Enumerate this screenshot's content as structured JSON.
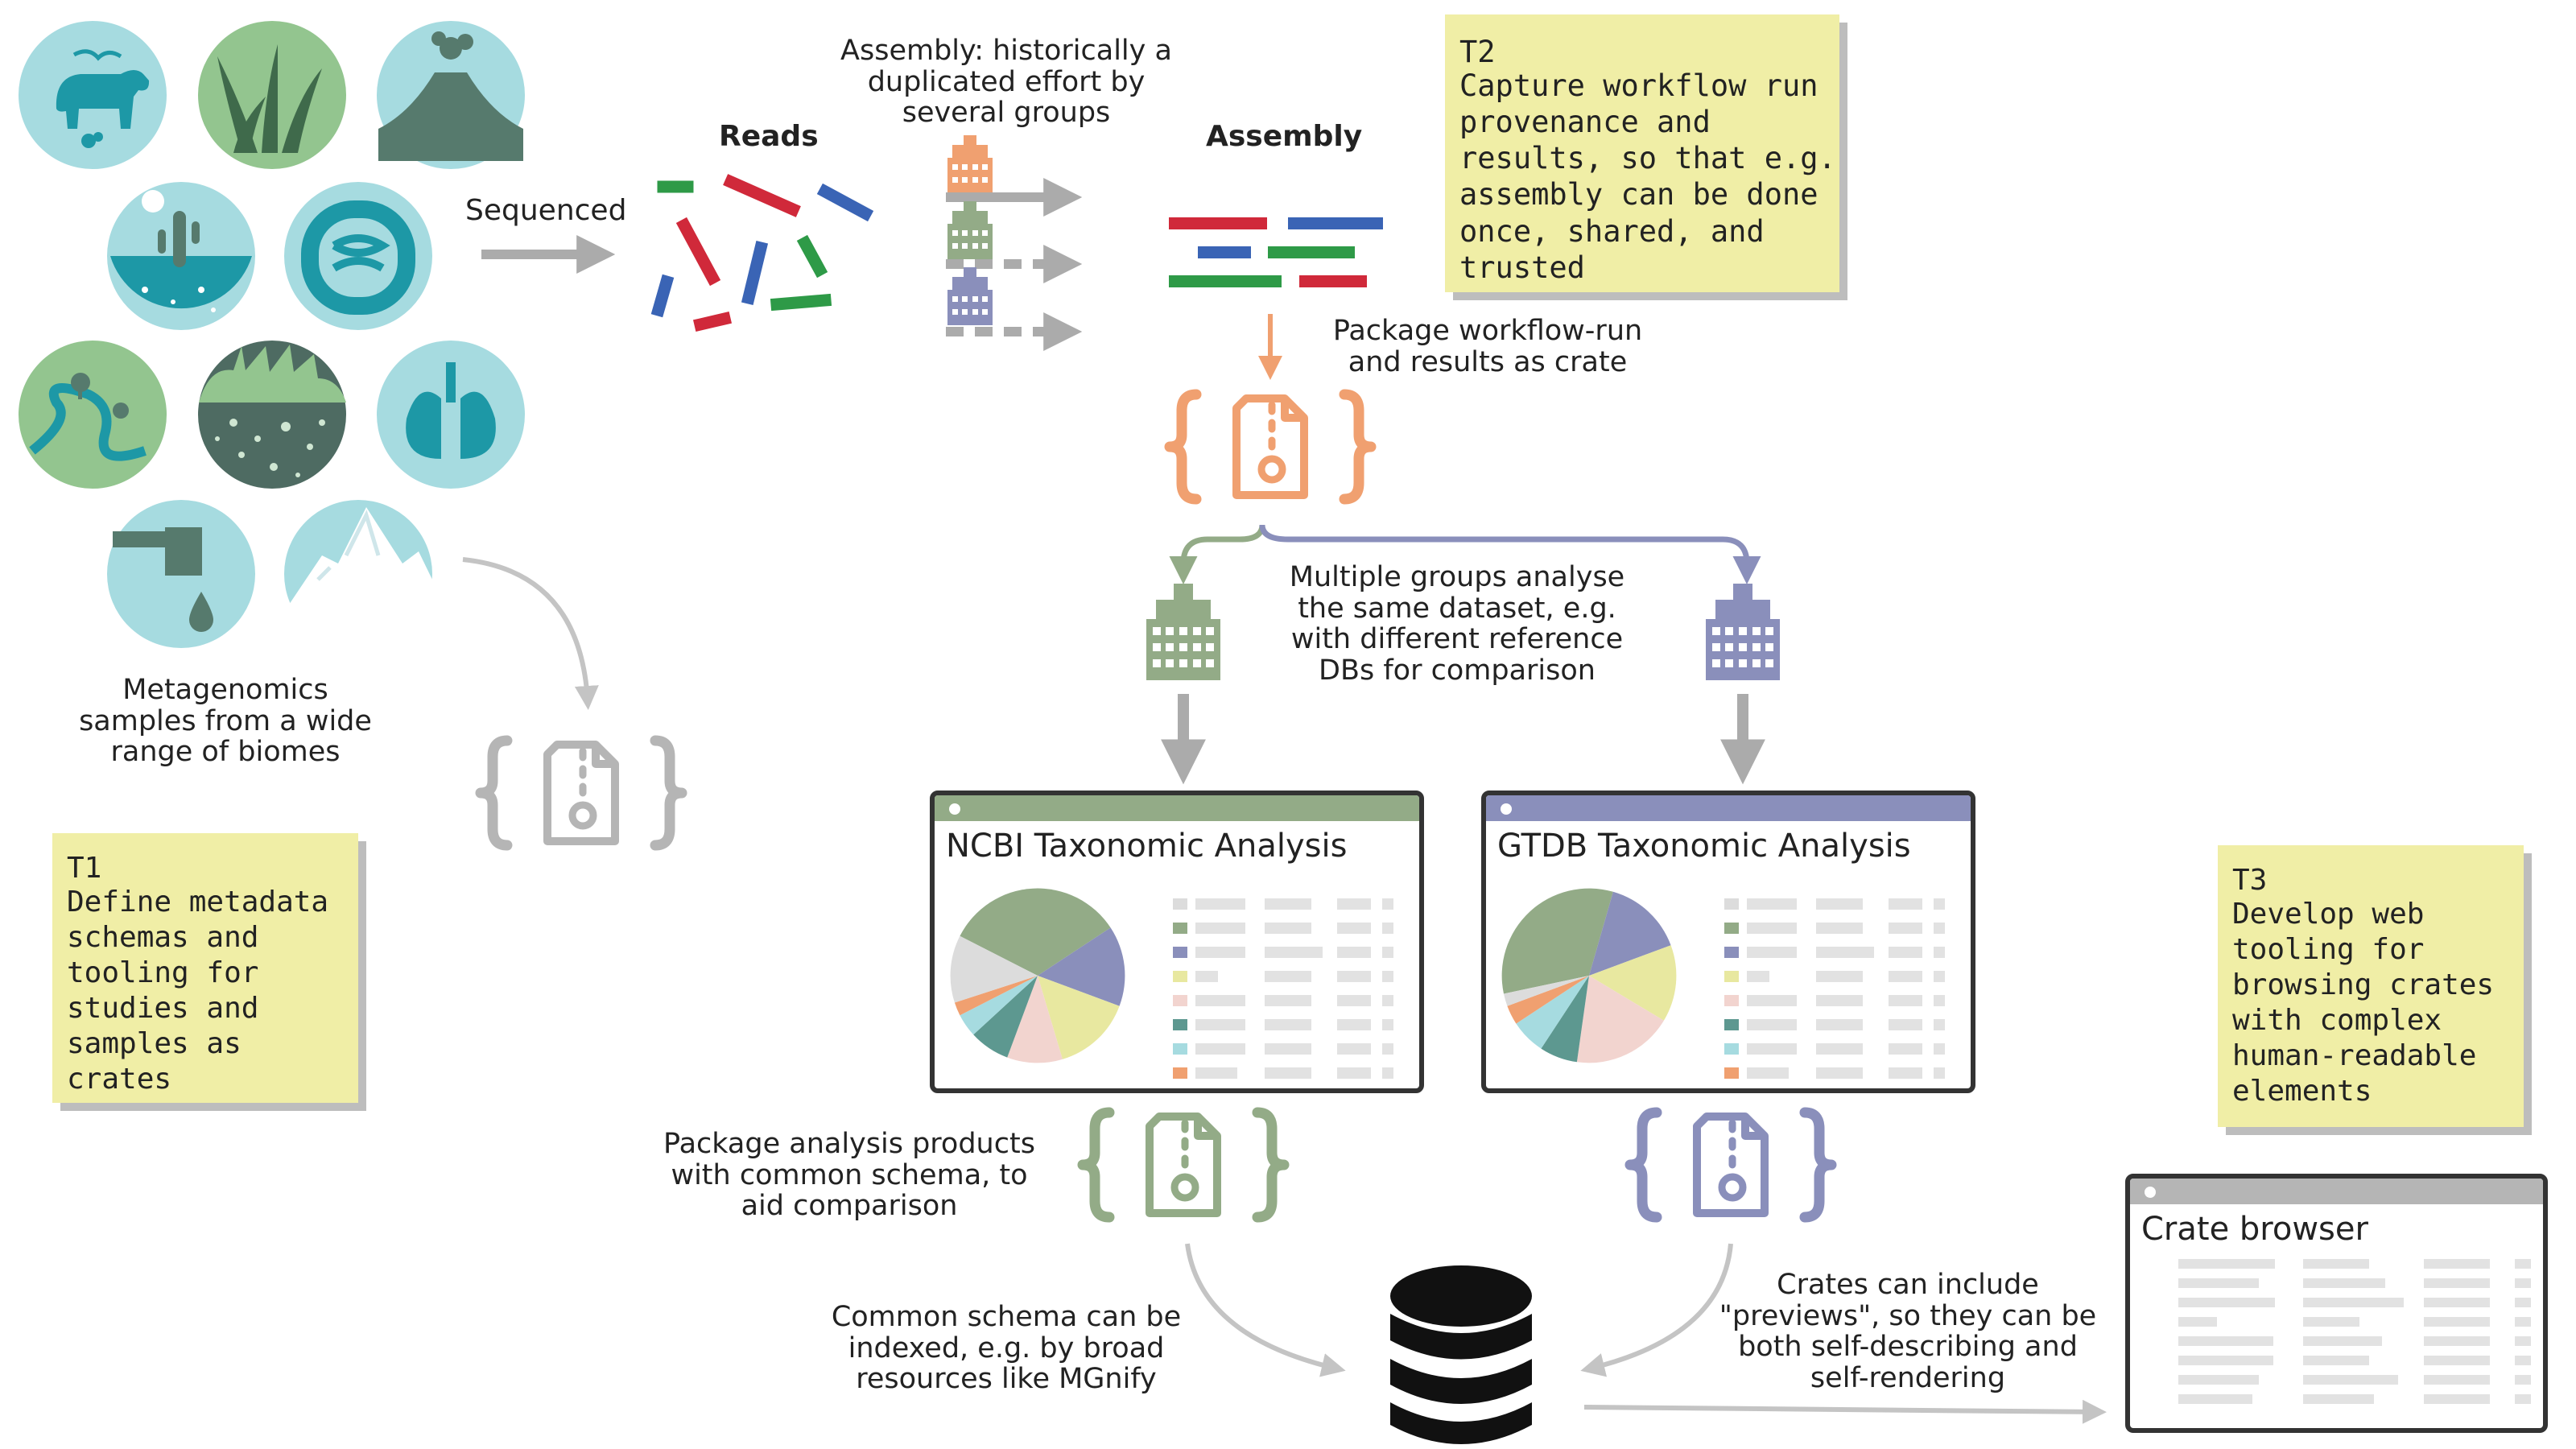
{
  "labels": {
    "sequenced": "Sequenced",
    "reads": "Reads",
    "assembly_note": "Assembly: historically a\nduplicated effort by\nseveral groups",
    "assembly": "Assembly",
    "package_run": "Package workflow-run\nand results as crate",
    "multiple_groups": "Multiple groups analyse\nthe same dataset, e.g.\nwith different reference\nDBs for comparison",
    "samples": "Metagenomics\nsamples from a wide\nrange of biomes",
    "package_analysis": "Package analysis products\nwith common schema, to\naid comparison",
    "common_schema": "Common schema can be\nindexed, e.g. by broad\nresources like MGnify",
    "previews": "Crates can include\n\"previews\", so they can be\nboth self-describing and\nself-rendering"
  },
  "notes": {
    "t1": {
      "id": "T1",
      "text": "Define metadata\nschemas and\ntooling for\nstudies and\nsamples as crates"
    },
    "t2": {
      "id": "T2",
      "text": "Capture workflow run\nprovenance and\nresults, so that e.g.\nassembly can be done\nonce, shared, and\ntrusted"
    },
    "t3": {
      "id": "T3",
      "text": "Develop web\ntooling for\nbrowsing crates\nwith complex\nhuman-readable\nelements"
    }
  },
  "windows": {
    "ncbi": {
      "title": "NCBI Taxonomic Analysis"
    },
    "gtdb": {
      "title": "GTDB Taxonomic Analysis"
    },
    "browser": {
      "title": "Crate browser"
    }
  },
  "colors": {
    "orange": "#f0a070",
    "green": "#93ab87",
    "purple": "#8a8fbb",
    "grey": "#b5b5b5",
    "teal": "#a6dbe0",
    "note": "#f0eea6",
    "dark": "#333333"
  },
  "biome_icons": [
    "cattle-biome-icon",
    "grassland-biome-icon",
    "volcano-biome-icon",
    "desert-water-biome-icon",
    "gut-biome-icon",
    "river-biome-icon",
    "soil-biome-icon",
    "lung-biome-icon",
    "wastewater-biome-icon",
    "mountain-biome-icon"
  ]
}
